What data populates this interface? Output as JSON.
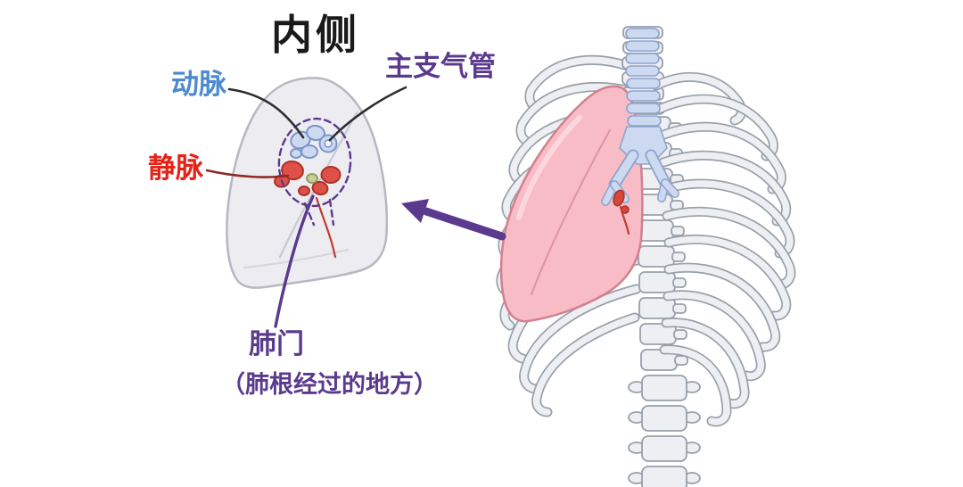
{
  "figure": {
    "title": "内侧",
    "labels": {
      "artery": "动脉",
      "main_bronchus": "主支气管",
      "vein": "静脉",
      "hilum": "肺门",
      "hilum_note": "（肺根经过的地方）"
    },
    "colors": {
      "title": "#1a1a1a",
      "artery": "#4e8ad0",
      "vein": "#e42318",
      "purple": "#5b3a8e",
      "lung_gray": "#ededf1",
      "lung_pink": "#f7bcc6",
      "lung_pink_outline": "#d2808f",
      "bone": "#edeff3",
      "bone_outline": "#98a0aa",
      "airway_blue": "#cdd9f1",
      "airway_outline": "#8fa3cc"
    }
  }
}
